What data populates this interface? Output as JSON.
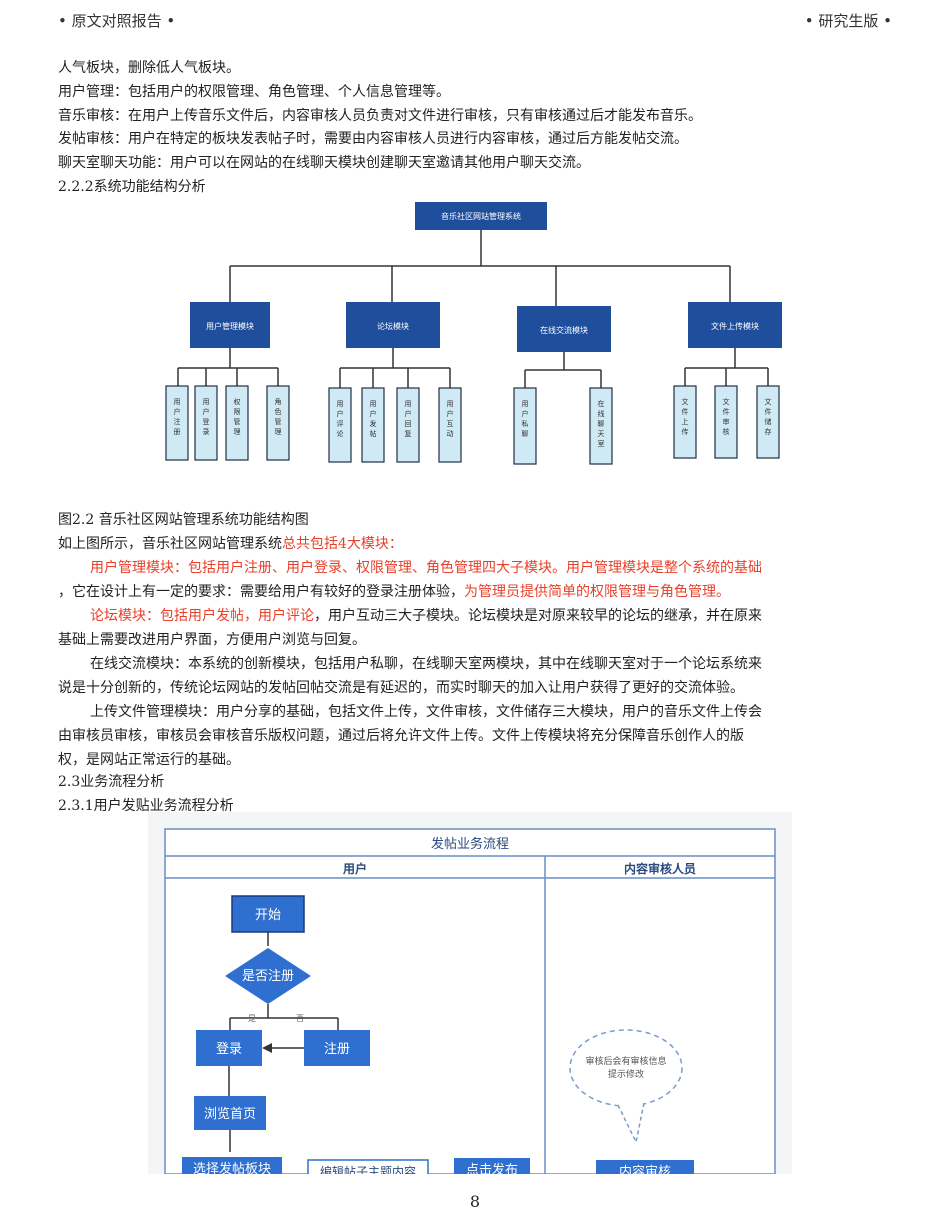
{
  "header": {
    "left": "• 原文对照报告 •",
    "right": "• 研究生版 •"
  },
  "lines": [
    "人气板块，删除低人气板块。",
    "用户管理：包括用户的权限管理、角色管理、个人信息管理等。",
    "音乐审核：在用户上传音乐文件后，内容审核人员负责对文件进行审核，只有审核通过后才能发布音乐。",
    "发帖审核：用户在特定的板块发表帖子时，需要由内容审核人员进行内容审核，通过后方能发帖交流。",
    "聊天室聊天功能：用户可以在网站的在线聊天模块创建聊天室邀请其他用户聊天交流。",
    "2.2.2系统功能结构分析"
  ],
  "diagram": {
    "root": "音乐社区网站管理系统",
    "modules": [
      "用户管理模块",
      "论坛模块",
      "在线交流模块",
      "文件上传模块"
    ],
    "leaves": [
      [
        "用户注册",
        "用户登录",
        "权限管理",
        "角色管理"
      ],
      [
        "用户评论",
        "用户发帖",
        "用户回复",
        "用户互动"
      ],
      [
        "用户私聊",
        "在线聊天室"
      ],
      [
        "文件上传",
        "文件审核",
        "文件储存"
      ]
    ]
  },
  "caption": "图2.2 音乐社区网站管理系统功能结构图",
  "p1a": "如上图所示，音乐社区网站管理系统",
  "p1b": "总共包括4大模块：",
  "p2a": "用户管理模块：包括用户注册、用户登录、权限管理、角色管理四大子模块。用户管理模块是整个系统的基础",
  "p2b": "，它在设计上有一定的要求：需要给用户有较好的登录注册体验，",
  "p2c": "为管理员提供简单的权限管理与角色管理。",
  "p3a": "论坛模块：包括用户发帖，用户评论",
  "p3b": "，用户互动三大子模块。论坛模块是对原来较早的论坛的继承，并在原来",
  "p3c": "基础上需要改进用户界面，方便用户浏览与回复。",
  "p4a": "在线交流模块：本系统的创新模块，包括用户私聊，在线聊天室两模块，其中在线聊天室对于一个论坛系统来",
  "p4b": "说是十分创新的，传统论坛网站的发帖回帖交流是有延迟的，而实时聊天的加入让用户获得了更好的交流体验。",
  "p5a": "上传文件管理模块：用户分享的基础，包括文件上传，文件审核，文件储存三大模块，用户的音乐文件上传会",
  "p5b": "由审核员审核，审核员会审核音乐版权问题，通过后将允许文件上传。文件上传模块将充分保障音乐创作人的版",
  "p5c": "权，是网站正常运行的基础。",
  "h23": "2.3业务流程分析",
  "h231": "2.3.1用户发贴业务流程分析",
  "flow": {
    "title": "发帖业务流程",
    "lane_user": "用户",
    "lane_reviewer": "内容审核人员",
    "start": "开始",
    "decision": "是否注册",
    "yes": "是",
    "no": "否",
    "login": "登录",
    "register": "注册",
    "browse": "浏览首页",
    "select": "选择发帖板块",
    "edit": "编辑帖子主题内容",
    "post": "点击发布",
    "review": "内容审核",
    "note1": "审核后会有审核信息",
    "note2": "提示修改"
  },
  "page_number": "8"
}
